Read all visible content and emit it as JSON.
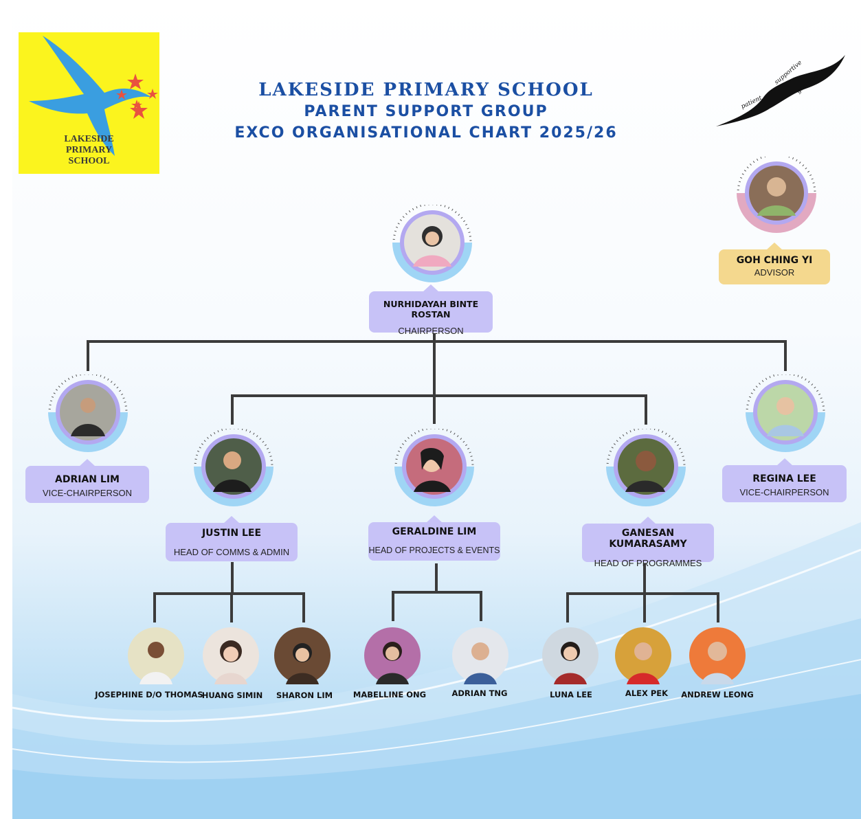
{
  "school_logo": {
    "text_line1": "LAKESIDE",
    "text_line2": "PRIMARY",
    "text_line3": "SCHOOL",
    "bg_color": "#fbf41e",
    "bird_color": "#3a9ee0",
    "star_color": "#e9523f"
  },
  "header": {
    "line1": "LAKESIDE PRIMARY SCHOOL",
    "line2": "PARENT SUPPORT GROUP",
    "line3": "EXCO ORGANISATIONAL CHART 2025/26"
  },
  "emblem": {
    "words": [
      "patient",
      "supportive",
      "gracious"
    ]
  },
  "advisor": {
    "name": "GOH CHING YI",
    "role": "ADVISOR"
  },
  "chair": {
    "name": "NURHIDAYAH BINTE ROSTAN",
    "role": "CHAIRPERSON"
  },
  "vice_left": {
    "name": "ADRIAN LIM",
    "role": "VICE-CHAIRPERSON"
  },
  "vice_right": {
    "name": "REGINA LEE",
    "role": "VICE-CHAIRPERSON"
  },
  "heads": [
    {
      "name": "JUSTIN LEE",
      "role": "HEAD OF COMMS & ADMIN"
    },
    {
      "name": "GERALDINE LIM",
      "role": "HEAD OF PROJECTS & EVENTS"
    },
    {
      "name": "GANESAN KUMARASAMY",
      "role": "HEAD OF PROGRAMMES"
    }
  ],
  "members": [
    {
      "name": "JOSEPHINE D/O THOMAS"
    },
    {
      "name": "HUANG SIMIN"
    },
    {
      "name": "SHARON LIM"
    },
    {
      "name": "MABELLINE ONG"
    },
    {
      "name": "ADRIAN TNG"
    },
    {
      "name": "LUNA LEE"
    },
    {
      "name": "ALEX PEK"
    },
    {
      "name": "ANDREW LEONG"
    }
  ],
  "colors": {
    "title": "#1b4fa3",
    "role_box": "#c7c2f7",
    "advisor_box": "#f4d88e",
    "connector": "#3b3b3b",
    "ring_blue": "#9fd5f5",
    "ring_pink": "#e2a9c1"
  }
}
